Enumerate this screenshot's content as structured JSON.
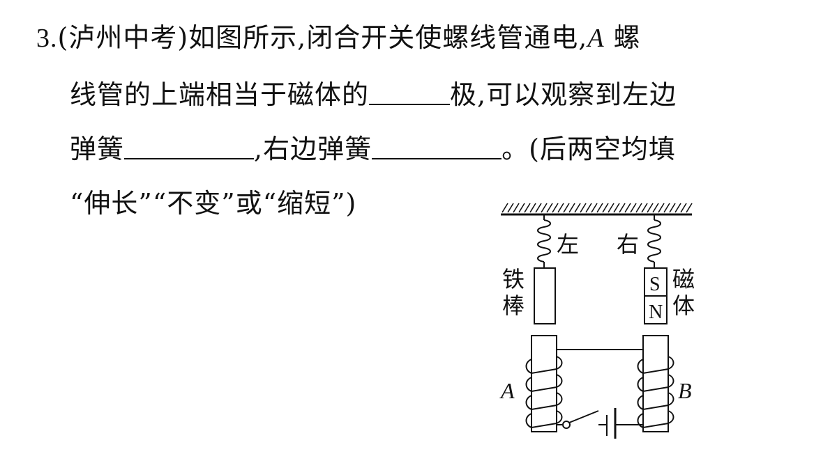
{
  "question": {
    "number": "3.",
    "source": "(泸州中考)",
    "line1": "如图所示,闭合开关使螺线管通电,",
    "line1_var": "A",
    "line1_end": " 螺",
    "line2_a": "线管的上端相当于磁体的",
    "line2_b": "极,可以观察到左边",
    "line3_a": "弹簧",
    "line3_b": ",右边弹簧",
    "line3_c": "。(后两空均填",
    "line4": "“伸长”“不变”或“缩短”)"
  },
  "figure": {
    "label_left": "左",
    "label_right": "右",
    "iron_rod_char1": "铁",
    "iron_rod_char2": "棒",
    "magnet_char1": "磁",
    "magnet_char2": "体",
    "pole_top": "S",
    "pole_bottom": "N",
    "coil_a": "A",
    "coil_b": "B"
  }
}
